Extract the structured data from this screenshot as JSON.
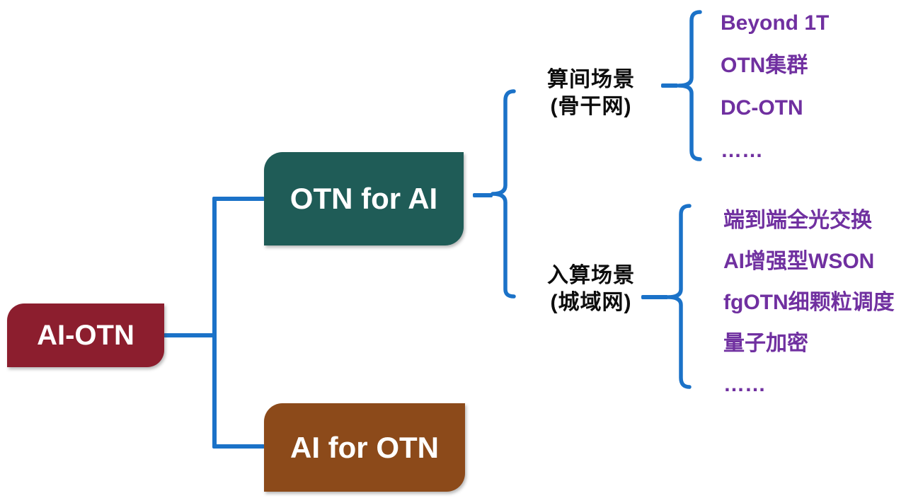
{
  "diagram": {
    "root": {
      "label": "AI-OTN"
    },
    "level2": [
      {
        "label": "OTN for AI"
      },
      {
        "label": "AI for OTN"
      }
    ],
    "scenarios": [
      {
        "line1": "算间场景",
        "line2": "(骨干网)",
        "items": [
          "Beyond 1T",
          "OTN集群",
          "DC-OTN",
          "……"
        ]
      },
      {
        "line1": "入算场景",
        "line2": "(城域网)",
        "items": [
          "端到端全光交换",
          "AI增强型WSON",
          "fgOTN细颗粒调度",
          "量子加密",
          "……"
        ]
      }
    ]
  },
  "colors": {
    "root_red": "#8C1E2E",
    "teal": "#1F5C57",
    "brown": "#8C4A1A",
    "line_blue": "#1B72C8",
    "item_purple": "#7030A0",
    "label_black": "#0d0d0d"
  }
}
